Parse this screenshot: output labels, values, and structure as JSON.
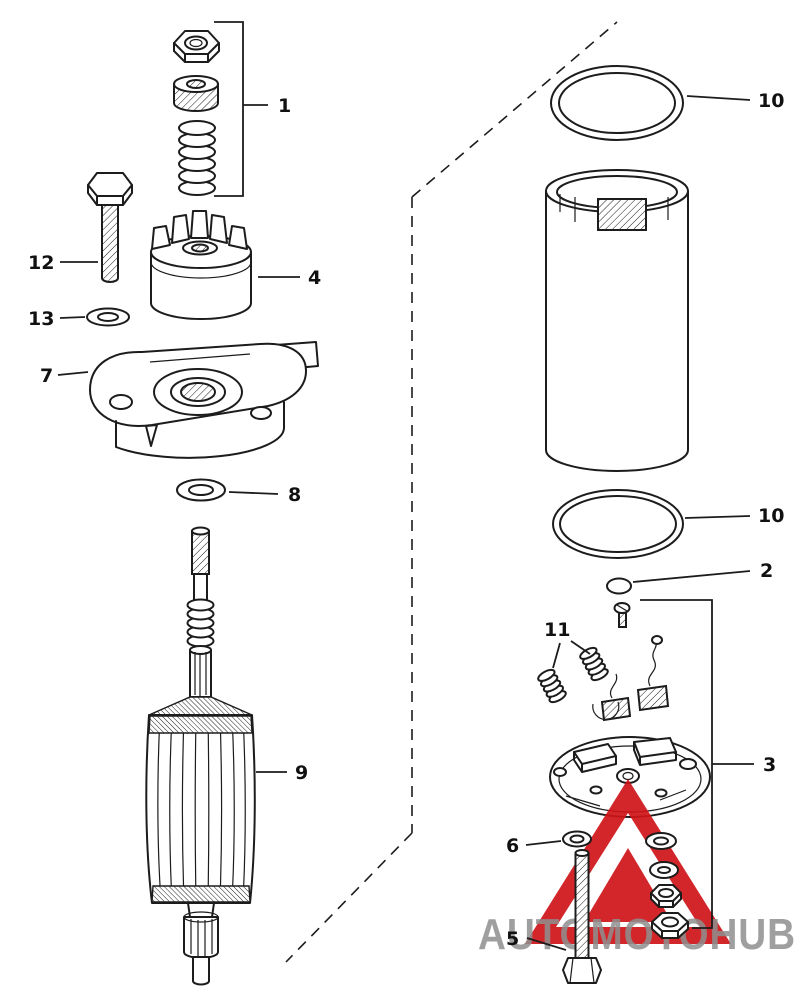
{
  "canvas": {
    "background": "#ffffff",
    "line_color": "#1c1c1c"
  },
  "callouts": {
    "c1": "1",
    "c2": "2",
    "c3": "3",
    "c4": "4",
    "c5": "5",
    "c6": "6",
    "c7": "7",
    "c8": "8",
    "c9": "9",
    "c10a": "10",
    "c10b": "10",
    "c11": "11",
    "c12": "12",
    "c13": "13"
  },
  "watermark": {
    "text": "AUTOMOTOHUB",
    "text_color": "#8f8f8f",
    "logo_color": "#cf1418"
  }
}
